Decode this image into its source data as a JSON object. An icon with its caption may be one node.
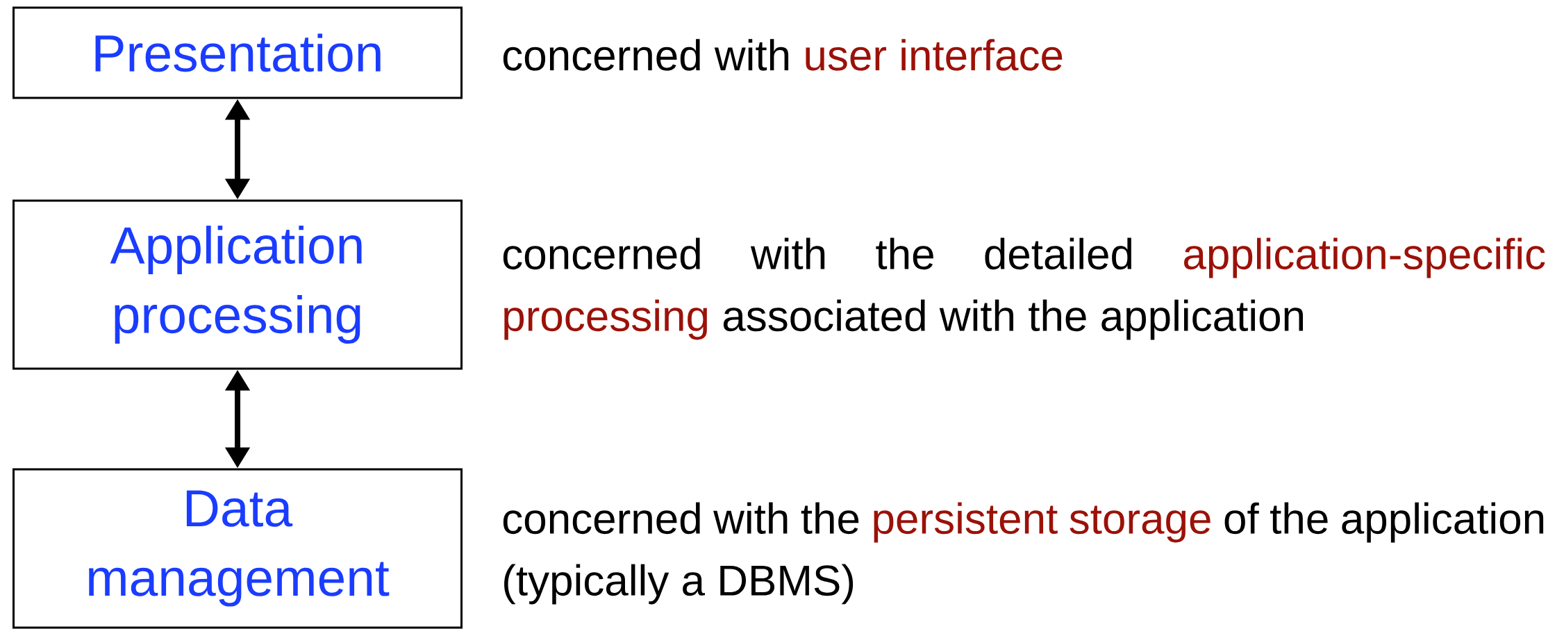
{
  "diagram": {
    "nodes": [
      {
        "text": [
          "Presentation"
        ],
        "beside": [
          "concerned with",
          "user interface"
        ]
      },
      {
        "text": [
          "Application processing"
        ],
        "beside": [
          "concerned with the detailed",
          "application-specific processing",
          "associated with the application"
        ]
      },
      {
        "text": [
          "Data management"
        ],
        "beside": [
          "concerned with the",
          "persistent storage",
          "of the application (typically a DBMS)"
        ]
      }
    ],
    "edges": [
      {
        "from": 0,
        "to": 1,
        "arrow": "both"
      },
      {
        "from": 1,
        "to": 2,
        "arrow": "both"
      }
    ]
  }
}
